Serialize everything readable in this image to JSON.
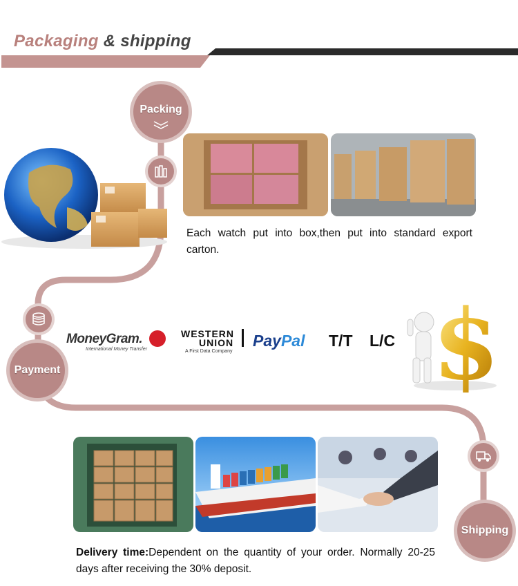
{
  "header": {
    "title_part1": "Packaging",
    "title_part2": "& shipping"
  },
  "steps": {
    "packing": "Packing",
    "payment": "Payment",
    "shipping": "Shipping"
  },
  "packing_caption": "Each watch put into box,then put into standard export carton.",
  "payment_methods": {
    "moneygram": "MoneyGram.",
    "moneygram_sub": "International Money Transfer",
    "western_line1": "WESTERN",
    "western_line2": "UNION",
    "western_sub": "A First Data Company",
    "paypal_1": "Pay",
    "paypal_2": "Pal",
    "tt": "T/T",
    "lc": "L/C"
  },
  "delivery": {
    "label": "Delivery time:",
    "text": "Dependent on the quantity of your order. Normally 20-25 days after receiving the 30% deposit."
  },
  "colors": {
    "accent": "#b88886",
    "dark_bar": "#2a2a2a",
    "paypal_dark": "#1a3f8c",
    "paypal_light": "#2d8ad8"
  }
}
